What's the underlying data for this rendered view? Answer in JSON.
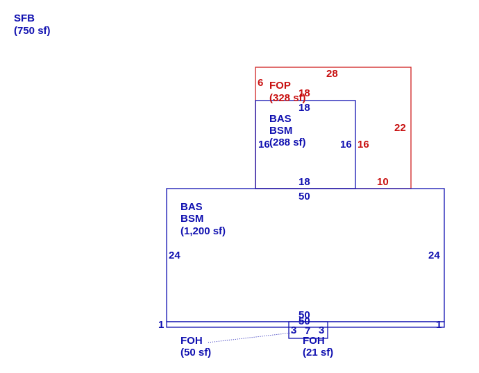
{
  "colors": {
    "living": "#1010b0",
    "porch": "#c81010"
  },
  "summary": {
    "code": "SFB",
    "area": "(750 sf)"
  },
  "areas": {
    "fop": {
      "code": "FOP",
      "area": "(328 sf)"
    },
    "bas_small": {
      "code1": "BAS",
      "code2": "BSM",
      "area": "(288 sf)"
    },
    "bas_main": {
      "code1": "BAS",
      "code2": "BSM",
      "area": "(1,200 sf)"
    },
    "foh_left": {
      "code": "FOH",
      "area": "(50 sf)"
    },
    "foh_right": {
      "code": "FOH",
      "area": "(21 sf)"
    }
  },
  "dims": {
    "fop_top": "28",
    "fop_left": "6",
    "fop_inner_top": "18",
    "fop_right": "22",
    "fop_right_inner": "16",
    "fop_bottom": "10",
    "bas_small_top": "18",
    "bas_small_left": "16",
    "bas_small_right": "16",
    "bas_small_bottom": "18",
    "bas_main_top": "50",
    "bas_main_left": "24",
    "bas_main_right": "24",
    "bas_main_bottom": "50",
    "strip_top": "50",
    "strip_left": "1",
    "strip_right": "1",
    "foh_left_side": "3",
    "foh_bottom": "7",
    "foh_right_side": "3"
  }
}
